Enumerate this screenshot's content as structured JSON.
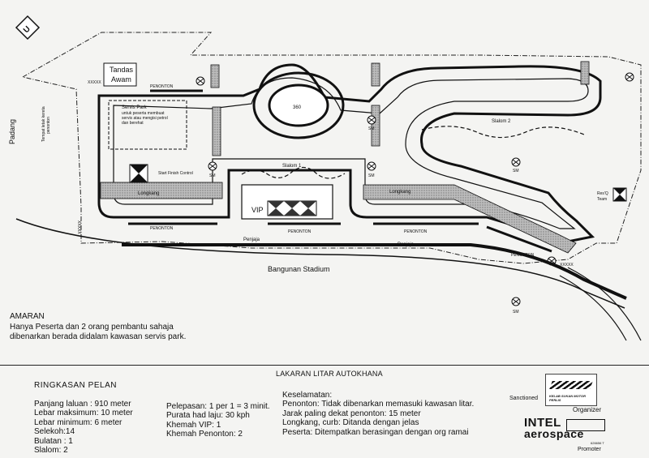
{
  "map": {
    "tandas_line1": "Tandas",
    "tandas_line2": "Awam",
    "penonton": "PENONTON",
    "padang": "Padang",
    "tempat_letak_kereta_line1": "Tempat letak kereta",
    "tempat_letak_kereta_line2": "penonton",
    "servis_park_title": "Servis Park",
    "servis_park_line1": "untuk peserta membuat",
    "servis_park_line2": "servis atau mengisi petrol",
    "servis_park_line3": "dan berehat",
    "roundabout": "360",
    "slalom1": "Slalom 1",
    "slalom2": "Slalom 2",
    "longkang": "Longkang",
    "start_finish": "Start Finish Control",
    "vip": "VIP",
    "sm": "SM",
    "res_q_line1": "Res'Q",
    "res_q_line2": "Team",
    "penjaja": "Penjaja",
    "bangunan_stadium": "Bangunan Stadium",
    "compass_letter": "U",
    "xs": "XXXXX"
  },
  "warning": {
    "title": "AMARAN",
    "line1": "Hanya Peserta dan 2 orang pembantu sahaja",
    "line2": "dibenarkan berada didalam kawasan servis park."
  },
  "summary": {
    "title": "LAKARAN LITAR AUTOKHANA",
    "heading": "RINGKASAN PELAN",
    "col1": [
      "Panjang laluan : 910 meter",
      "Lebar maksimum: 10 meter",
      "Lebar minimum: 6 meter",
      "Selekoh:14",
      "Bulatan : 1",
      "Slalom: 2"
    ],
    "col2": [
      "Pelepasan: 1 per 1 = 3 minit.",
      "Purata had laju: 30 kph",
      "Khemah VIP: 1",
      "Khemah Penonton: 2"
    ],
    "col3": [
      "Keselamatan:",
      "Penonton: Tidak dibenarkan memasuki kawasan litar.",
      "Jarak paling dekat penonton: 15 meter",
      "Longkang, curb: Ditanda dengan jelas",
      "Peserta: Ditempatkan berasingan dengan org ramai"
    ]
  },
  "logos": {
    "sanctioned": "Sanctioned",
    "club_small": "KELAB SUKAN MOTOR PERLIS",
    "organizer": "Organizer",
    "intel": "INTEL",
    "aerospace": "aerospace",
    "reg_no": "626656 T",
    "promoter": "Promoter"
  }
}
